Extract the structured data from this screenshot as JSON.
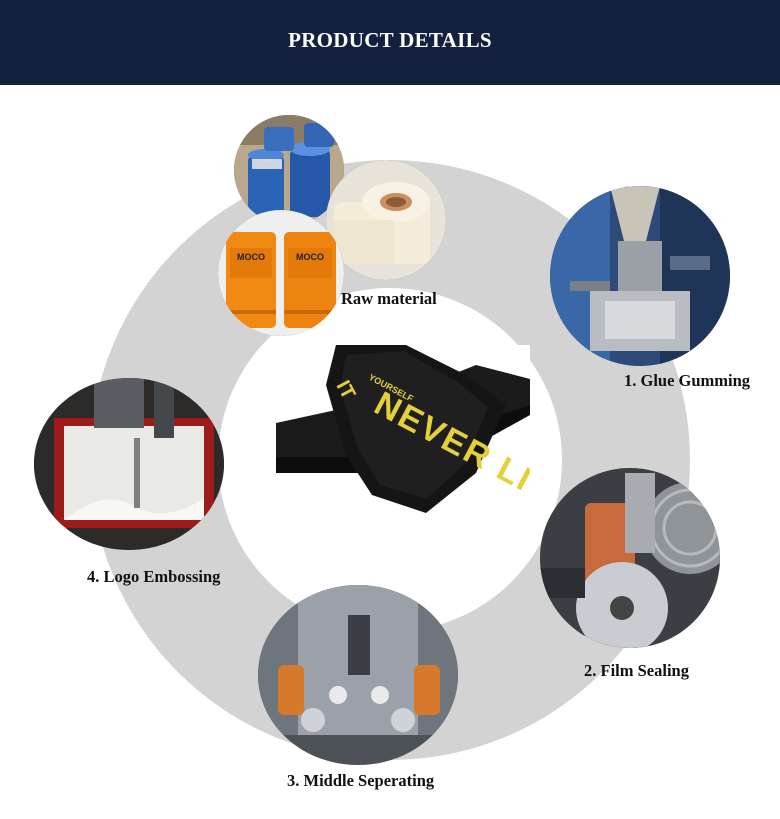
{
  "header": {
    "title": "PRODUCT DETAILS"
  },
  "steps": {
    "raw": "Raw material",
    "glue": "1. Glue Gumming",
    "film": "2. Film Sealing",
    "middle": "3. Middle Seperating",
    "logo": "4. Logo Embossing"
  },
  "product": {
    "print_main": "NEVER LI",
    "print_small": "YOURSELF"
  },
  "drums": {
    "brand": "MOCO"
  },
  "colors": {
    "header_bg": "#13213f",
    "ring": "#d3d3d3",
    "band": "#151515",
    "print": "#e4d13a"
  }
}
